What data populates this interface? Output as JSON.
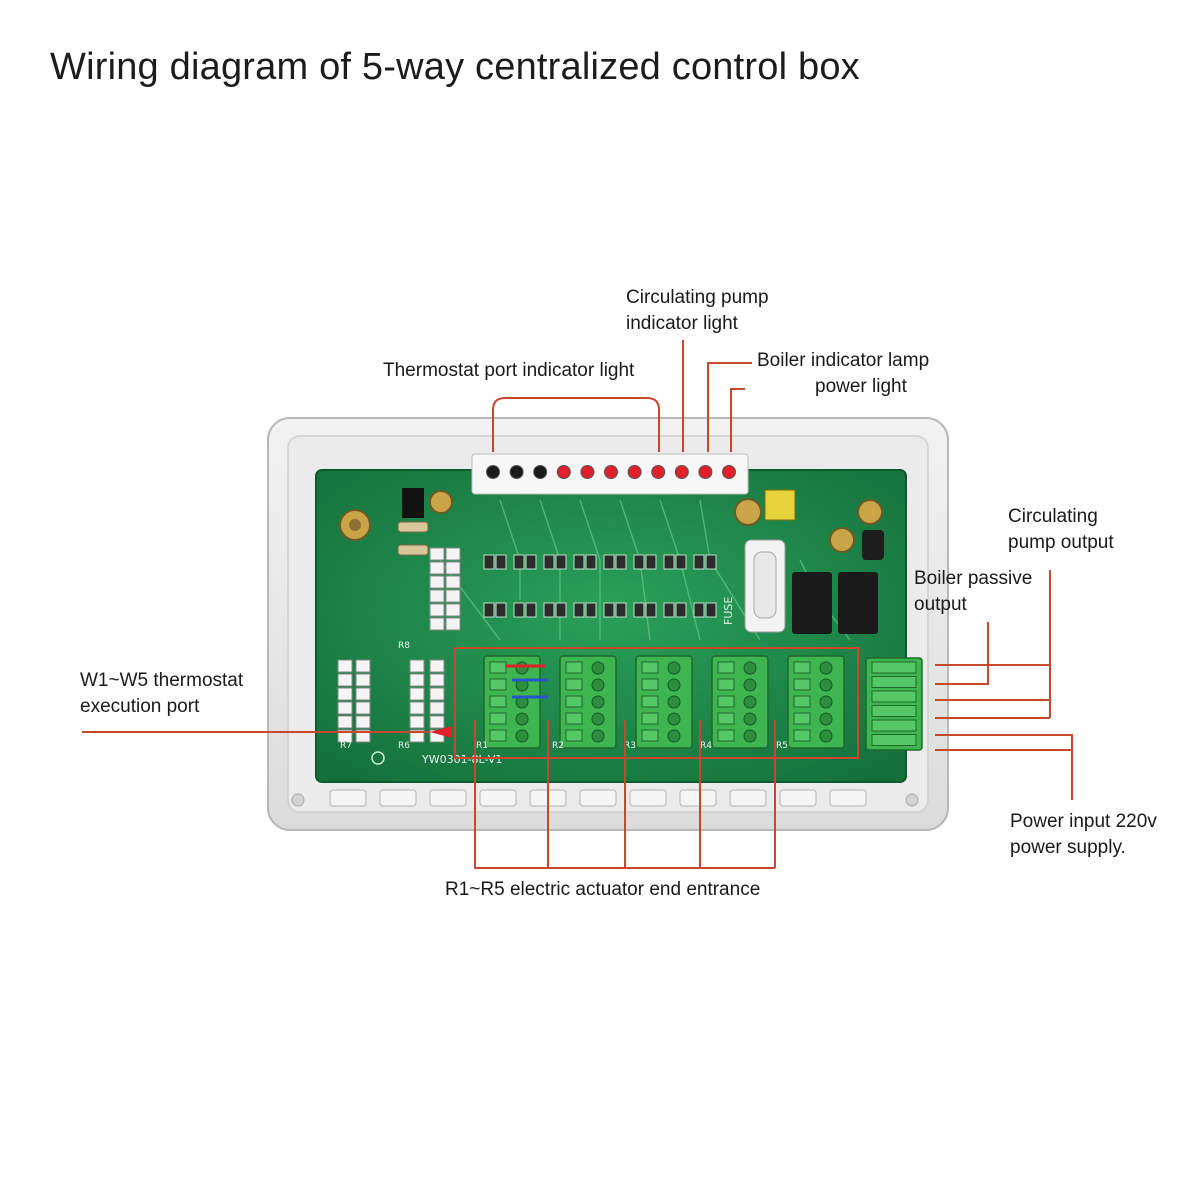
{
  "title": "Wiring diagram of 5-way centralized control box",
  "labels": {
    "pump_indicator": [
      "Circulating pump",
      "indicator light"
    ],
    "thermostat_indicator": "Thermostat port indicator light",
    "boiler_indicator": [
      "Boiler indicator lamp",
      "power light"
    ],
    "pump_output": [
      "Circulating",
      "pump output"
    ],
    "boiler_output": [
      "Boiler passive",
      "output"
    ],
    "thermostat_port": [
      "W1~W5 thermostat",
      "execution port"
    ],
    "power_input": [
      "Power input 220v",
      "power supply."
    ],
    "actuator_entrance": "R1~R5  electric actuator end entrance"
  },
  "board": {
    "model": "YW0301-8L-V1",
    "fuse": "FUSE",
    "resistor_labels": [
      "R8",
      "R6",
      "R7",
      "R1",
      "R2",
      "R3",
      "R4",
      "R5"
    ]
  },
  "colors": {
    "pcb": "#1f8a4c",
    "terminal": "#3fb552",
    "leader_line": "#c8472e",
    "led": "#e0202a",
    "enclosure": "#e6e6e6"
  }
}
